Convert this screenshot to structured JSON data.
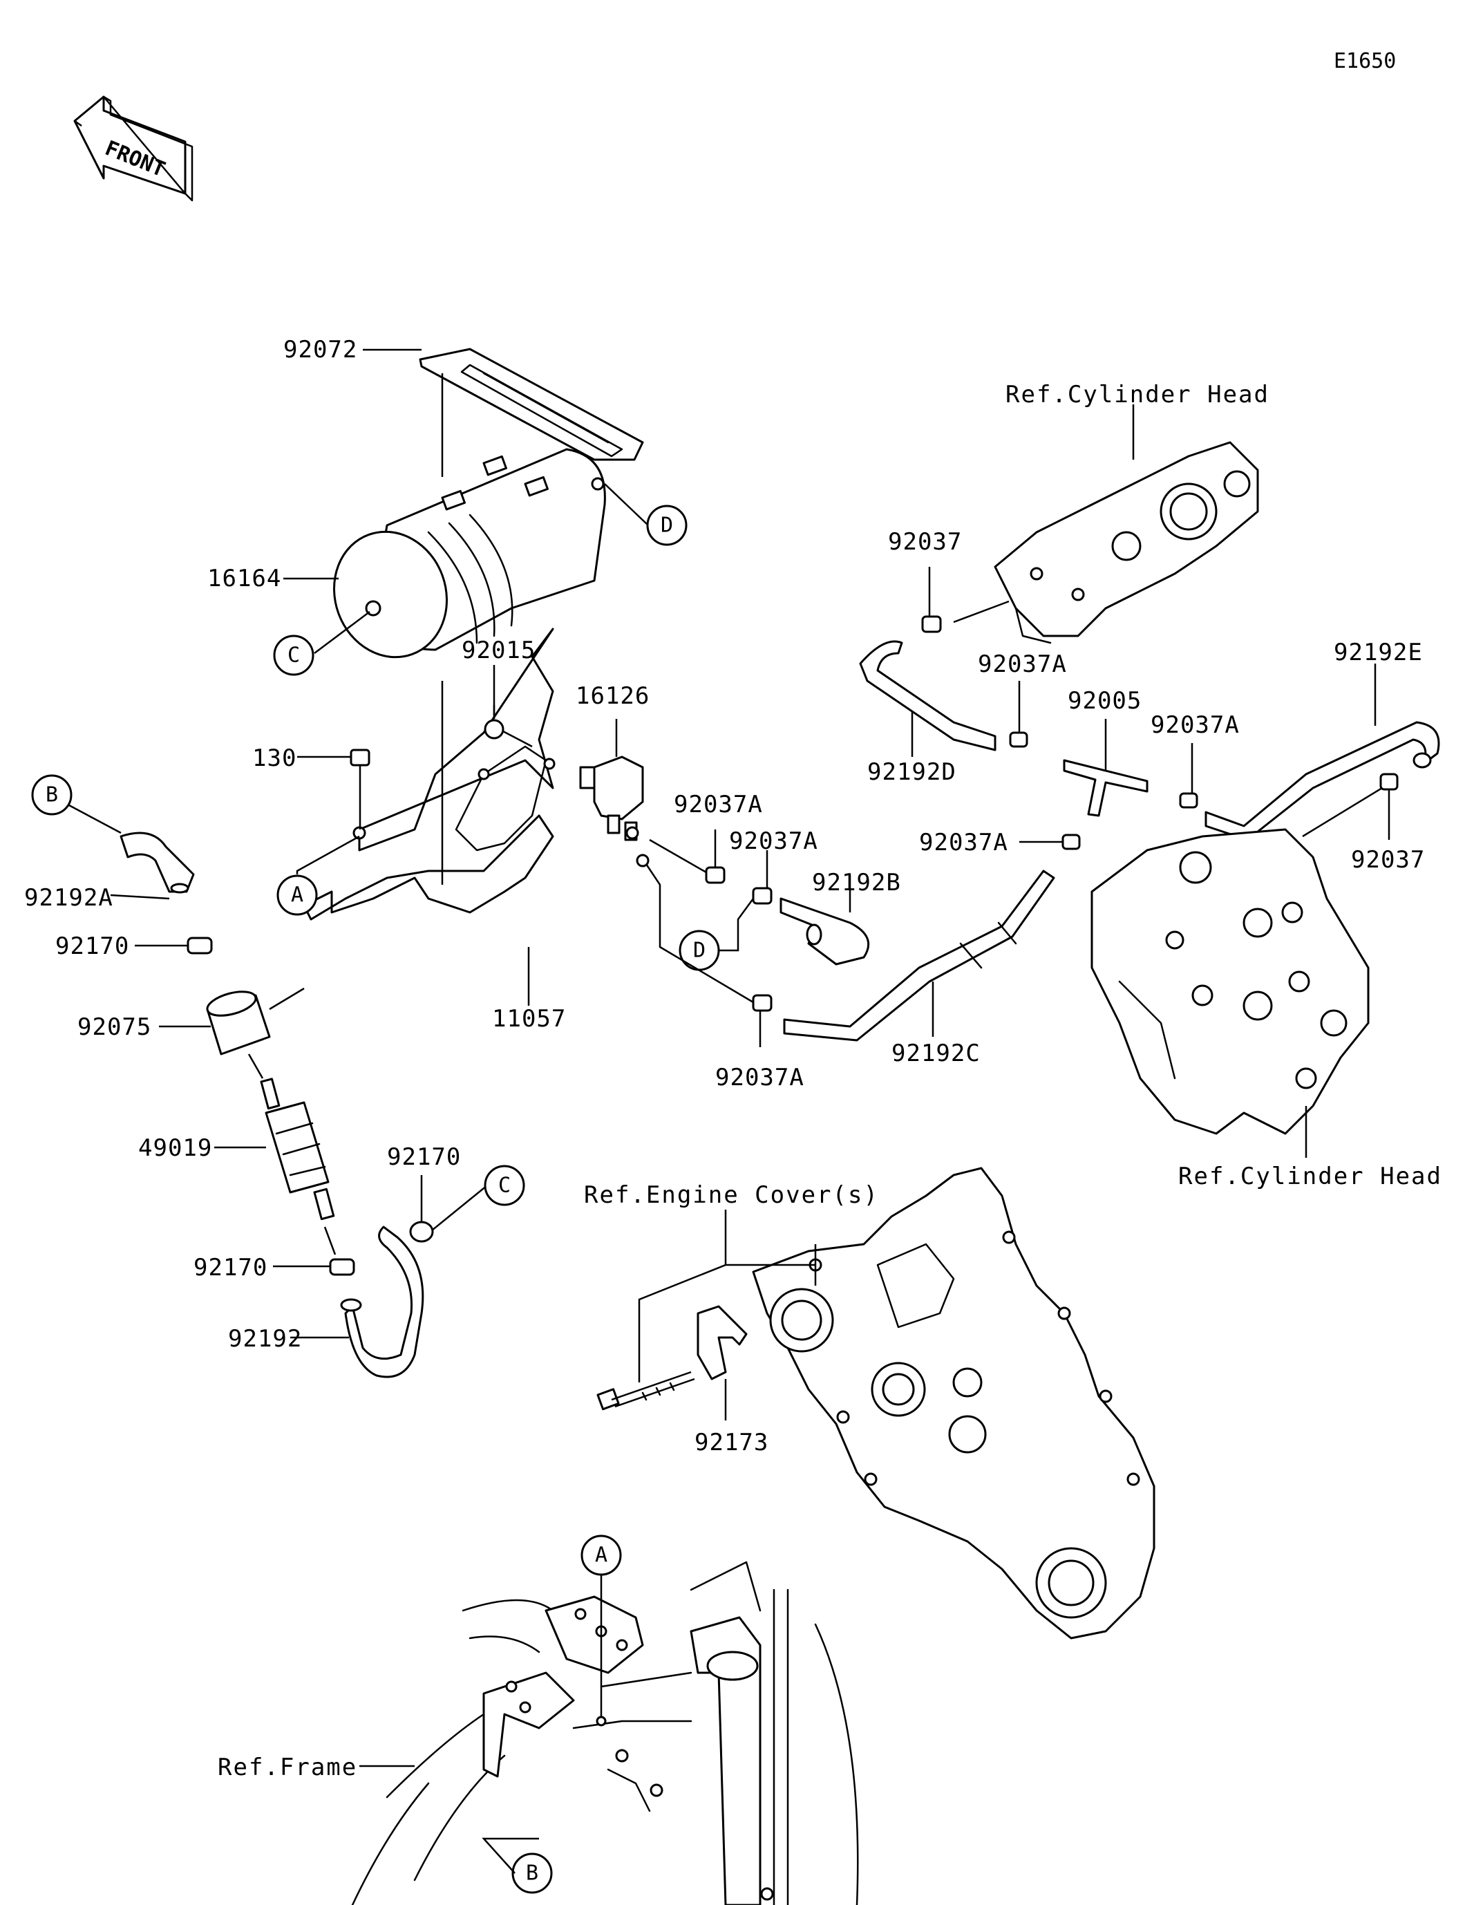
{
  "figure_code": "E1650",
  "front_label": "FRONT",
  "refs": {
    "cylinder_head_top": "Ref.Cylinder Head",
    "cylinder_head_right": "Ref.Cylinder Head",
    "engine_covers": "Ref.Engine Cover(s)",
    "frame": "Ref.Frame"
  },
  "parts": {
    "p92072": "92072",
    "p16164": "16164",
    "p92015": "92015",
    "p16126": "16126",
    "p130": "130",
    "p92192A": "92192A",
    "p92170_top": "92170",
    "p92075": "92075",
    "p11057": "11057",
    "p49019": "49019",
    "p92170_mid": "92170",
    "p92170_low": "92170",
    "p92192": "92192",
    "p92037_top": "92037",
    "p92192D": "92192D",
    "p92037A_1": "92037A",
    "p92005": "92005",
    "p92037A_2": "92037A",
    "p92192E": "92192E",
    "p92037_right": "92037",
    "p92037A_3": "92037A",
    "p92037A_4": "92037A",
    "p92192B": "92192B",
    "p92037A_5": "92037A",
    "p92192C": "92192C",
    "p92037A_6": "92037A",
    "p92173": "92173"
  },
  "callouts": {
    "A_top": "A",
    "A_bottom": "A",
    "B_top": "B",
    "B_bottom": "B",
    "C_top": "C",
    "C_right": "C",
    "D_top": "D",
    "D_mid": "D"
  }
}
